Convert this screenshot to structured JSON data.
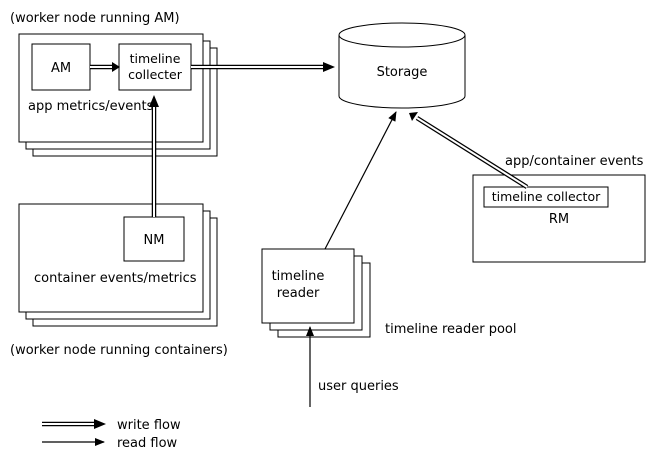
{
  "diagram": {
    "worker_am": {
      "caption": "(worker node running AM)",
      "am_label": "AM",
      "collector_line1": "timeline",
      "collector_line2": "collecter",
      "metrics_label": "app metrics/events"
    },
    "worker_containers": {
      "caption": "(worker node running containers)",
      "nm_label": "NM",
      "events_label": "container events/metrics"
    },
    "storage": {
      "label": "Storage"
    },
    "rm": {
      "collector_label": "timeline collector",
      "rm_label": "RM",
      "events_label": "app/container events"
    },
    "reader": {
      "line1": "timeline",
      "line2": "reader",
      "pool_label": "timeline reader pool",
      "queries_label": "user queries"
    },
    "legend": {
      "write_label": "write flow",
      "read_label": "read flow"
    }
  }
}
